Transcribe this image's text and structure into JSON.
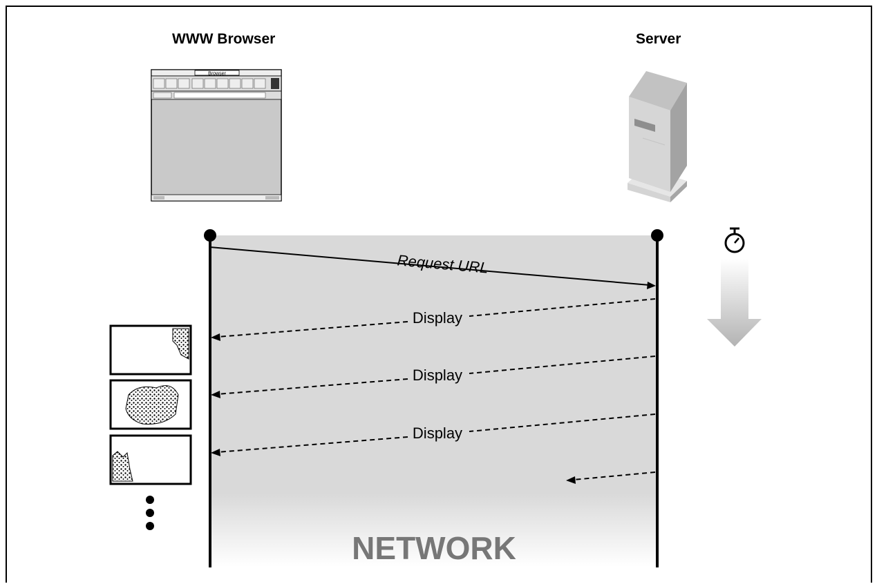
{
  "labels": {
    "browser": "WWW Browser",
    "server": "Server",
    "request": "Request URL",
    "display": [
      "Display",
      "Display",
      "Display"
    ],
    "network": "NETWORK"
  },
  "browser_window": {
    "title": "Browser"
  },
  "icons": {
    "timer": "stopwatch-icon",
    "time_arrow": "down-arrow-icon",
    "server": "server-tower-icon",
    "more": "vertical-ellipsis-icon"
  },
  "colors": {
    "network_band": "#d9d9d9",
    "network_text": "#777777",
    "line": "#000000"
  }
}
